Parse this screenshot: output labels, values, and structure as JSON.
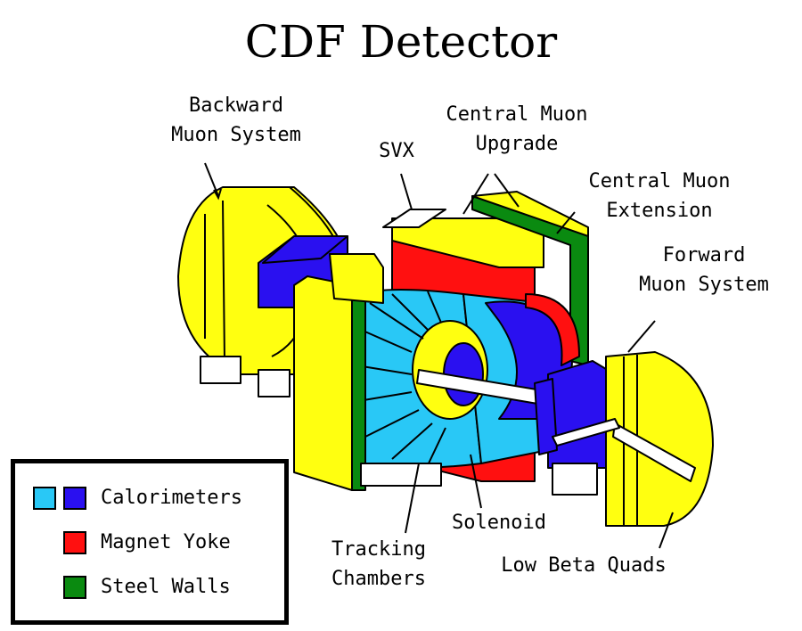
{
  "title": "CDF Detector",
  "labels": {
    "backward_muon": [
      "Backward",
      "Muon System"
    ],
    "svx": "SVX",
    "central_muon_upgrade": [
      "Central Muon",
      "Upgrade"
    ],
    "central_muon_extension": [
      "Central Muon",
      "Extension"
    ],
    "forward_muon": [
      "Forward",
      "Muon System"
    ],
    "tracking_chambers": [
      "Tracking",
      "Chambers"
    ],
    "solenoid": "Solenoid",
    "low_beta_quads": "Low Beta Quads"
  },
  "legend": {
    "items": [
      {
        "label": "Calorimeters",
        "colors": [
          "#29c8f6",
          "#2a10f0"
        ]
      },
      {
        "label": "Magnet Yoke",
        "colors": [
          "#ff1010"
        ]
      },
      {
        "label": "Steel Walls",
        "colors": [
          "#0a8a10"
        ]
      }
    ]
  },
  "colors": {
    "yellow": "#ffff10",
    "light_blue": "#29c8f6",
    "dark_blue": "#2a10f0",
    "red": "#ff1010",
    "green": "#0a8a10"
  }
}
